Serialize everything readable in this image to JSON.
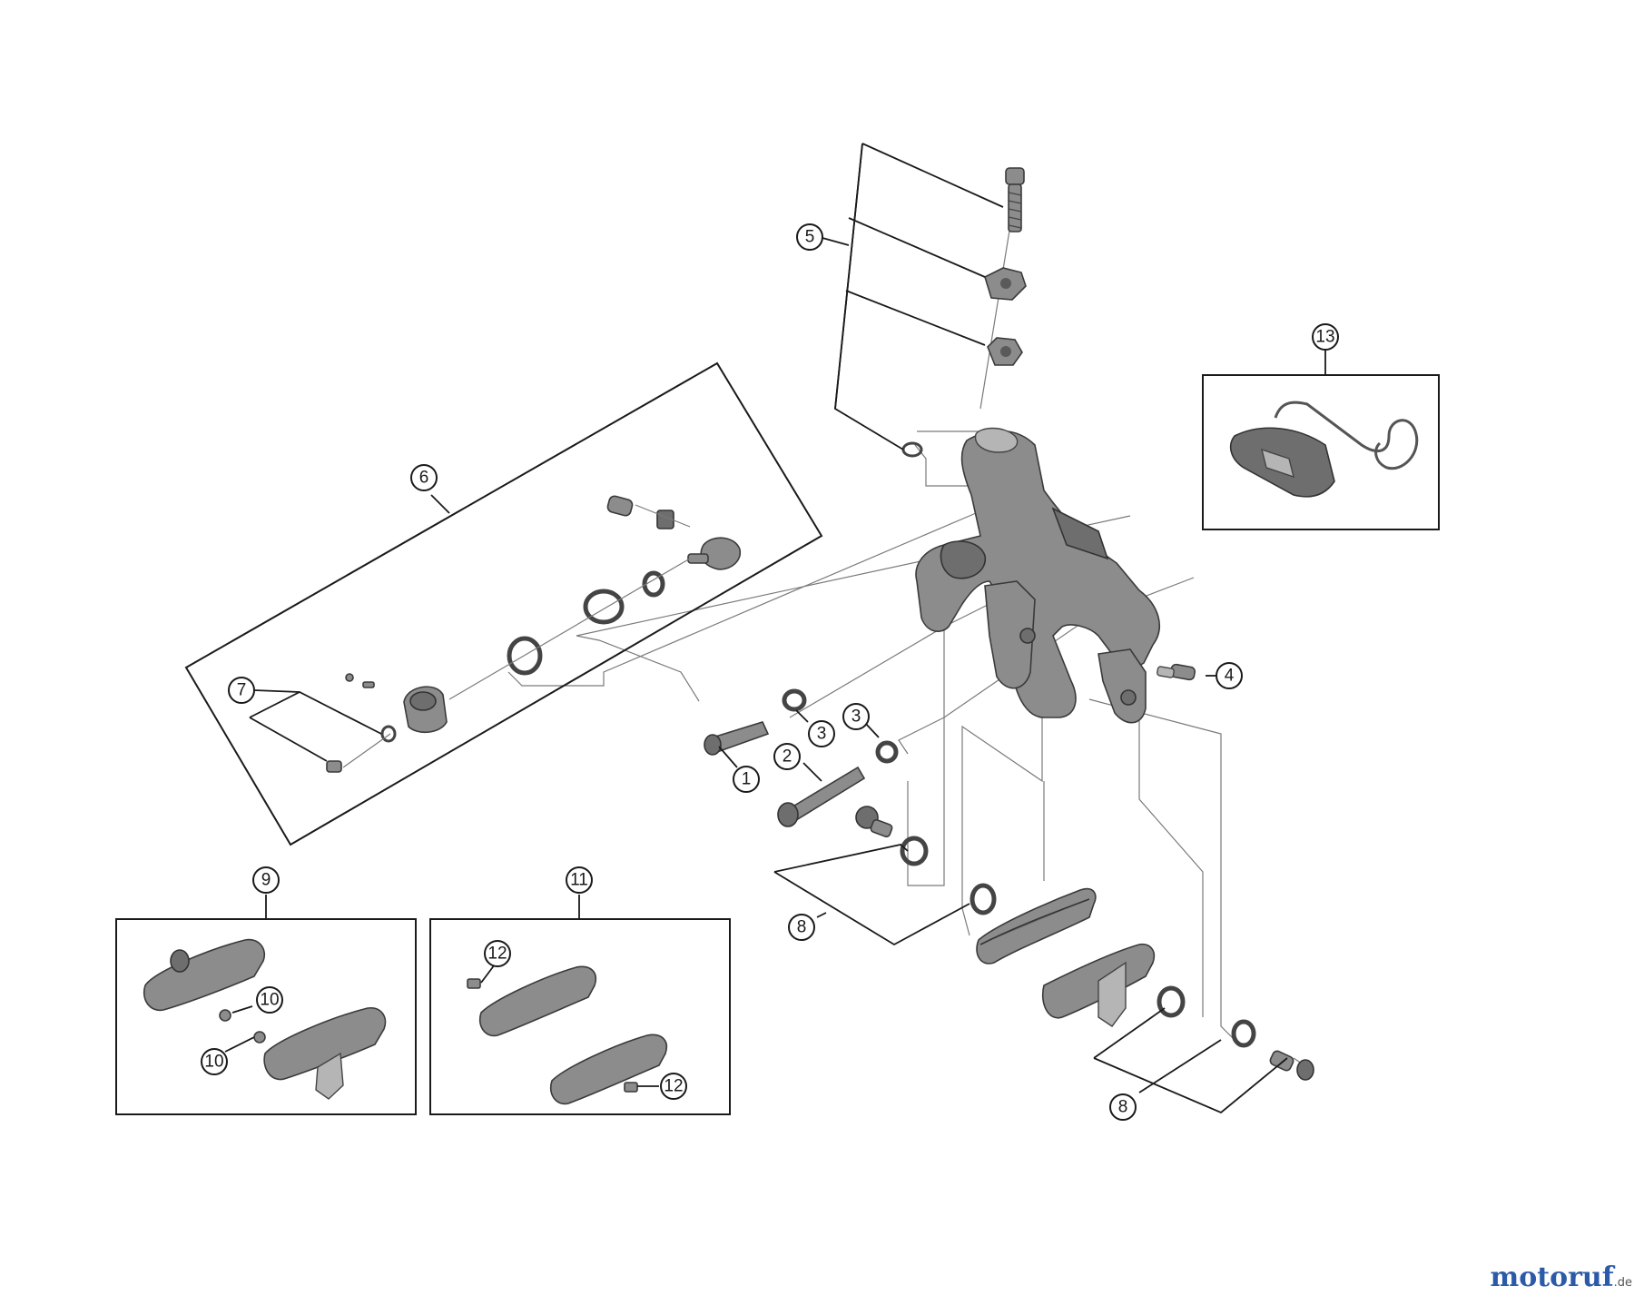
{
  "callouts": {
    "c1": "1",
    "c2": "2",
    "c3a": "3",
    "c3b": "3",
    "c4": "4",
    "c5": "5",
    "c6": "6",
    "c7": "7",
    "c8a": "8",
    "c8b": "8",
    "c9": "9",
    "c10a": "10",
    "c10b": "10",
    "c11": "11",
    "c12a": "12",
    "c12b": "12",
    "c13": "13"
  },
  "watermark": {
    "brand": "motoruf",
    "tld": ".de"
  },
  "colors": {
    "part": "#8c8c8c",
    "line": "#1a1a1a",
    "guide": "#7a7a7a"
  }
}
